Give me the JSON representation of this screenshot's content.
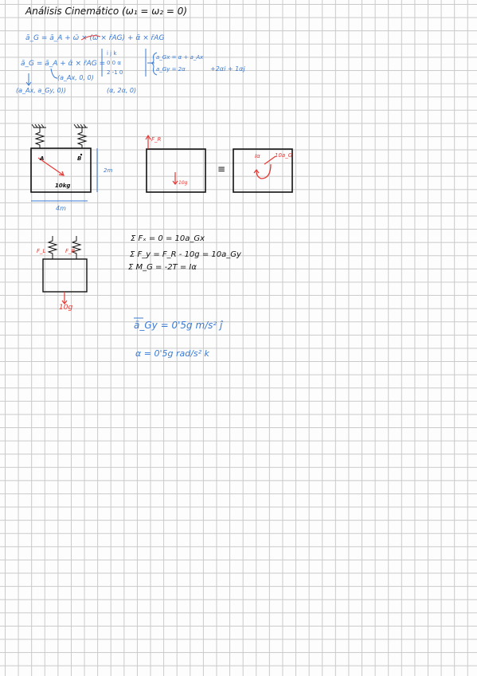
{
  "title": "Análisis Cinemático (ω₁ = ω₂ = 0)",
  "kinematics": {
    "eq1": "ā_G = ā_A + ω̄ × (ω̄ × r̄AG) + ᾱ × r̄AG",
    "eq2": "ā_G = ā_A + ᾱ × r̄AG =",
    "matrix_row1": "i   j   k",
    "matrix_row2": "0   0   α",
    "matrix_row3": "2   -1   0",
    "brace_row1": "a_Gx = α + a_Ax",
    "brace_row2": "a_Gy = 2α",
    "side_result": "+2αi + 1αj",
    "vec_aA": "(a_Ax, 0, 0)",
    "vec_aG": "(a_Ax, a_Gy, 0))",
    "vec_alpha": "(α, 2α, 0)"
  },
  "fbd": {
    "label_A": "A",
    "label_B": "B",
    "mass": "10kg",
    "height": "2m",
    "width": "4m",
    "force_FR": "F_R",
    "weight_arrow": "10g",
    "equivalent": "≡",
    "inertia_moment": "Iα",
    "inertia_force": "10a_G"
  },
  "fbd2": {
    "left_force": "F_L",
    "right_force": "F_R",
    "weight": "10g"
  },
  "equations": {
    "sum_fx": "Σ Fₓ = 0   = 10a_Gx",
    "sum_fy": "Σ F_y = F_R - 10g = 10a_Gy",
    "sum_mg": "Σ M_G = -2T = Iα"
  },
  "results": {
    "a_gy": "ā_Gy = 0'5g m/s² ĵ",
    "alpha": "α = 0'5g rad/s² k"
  }
}
